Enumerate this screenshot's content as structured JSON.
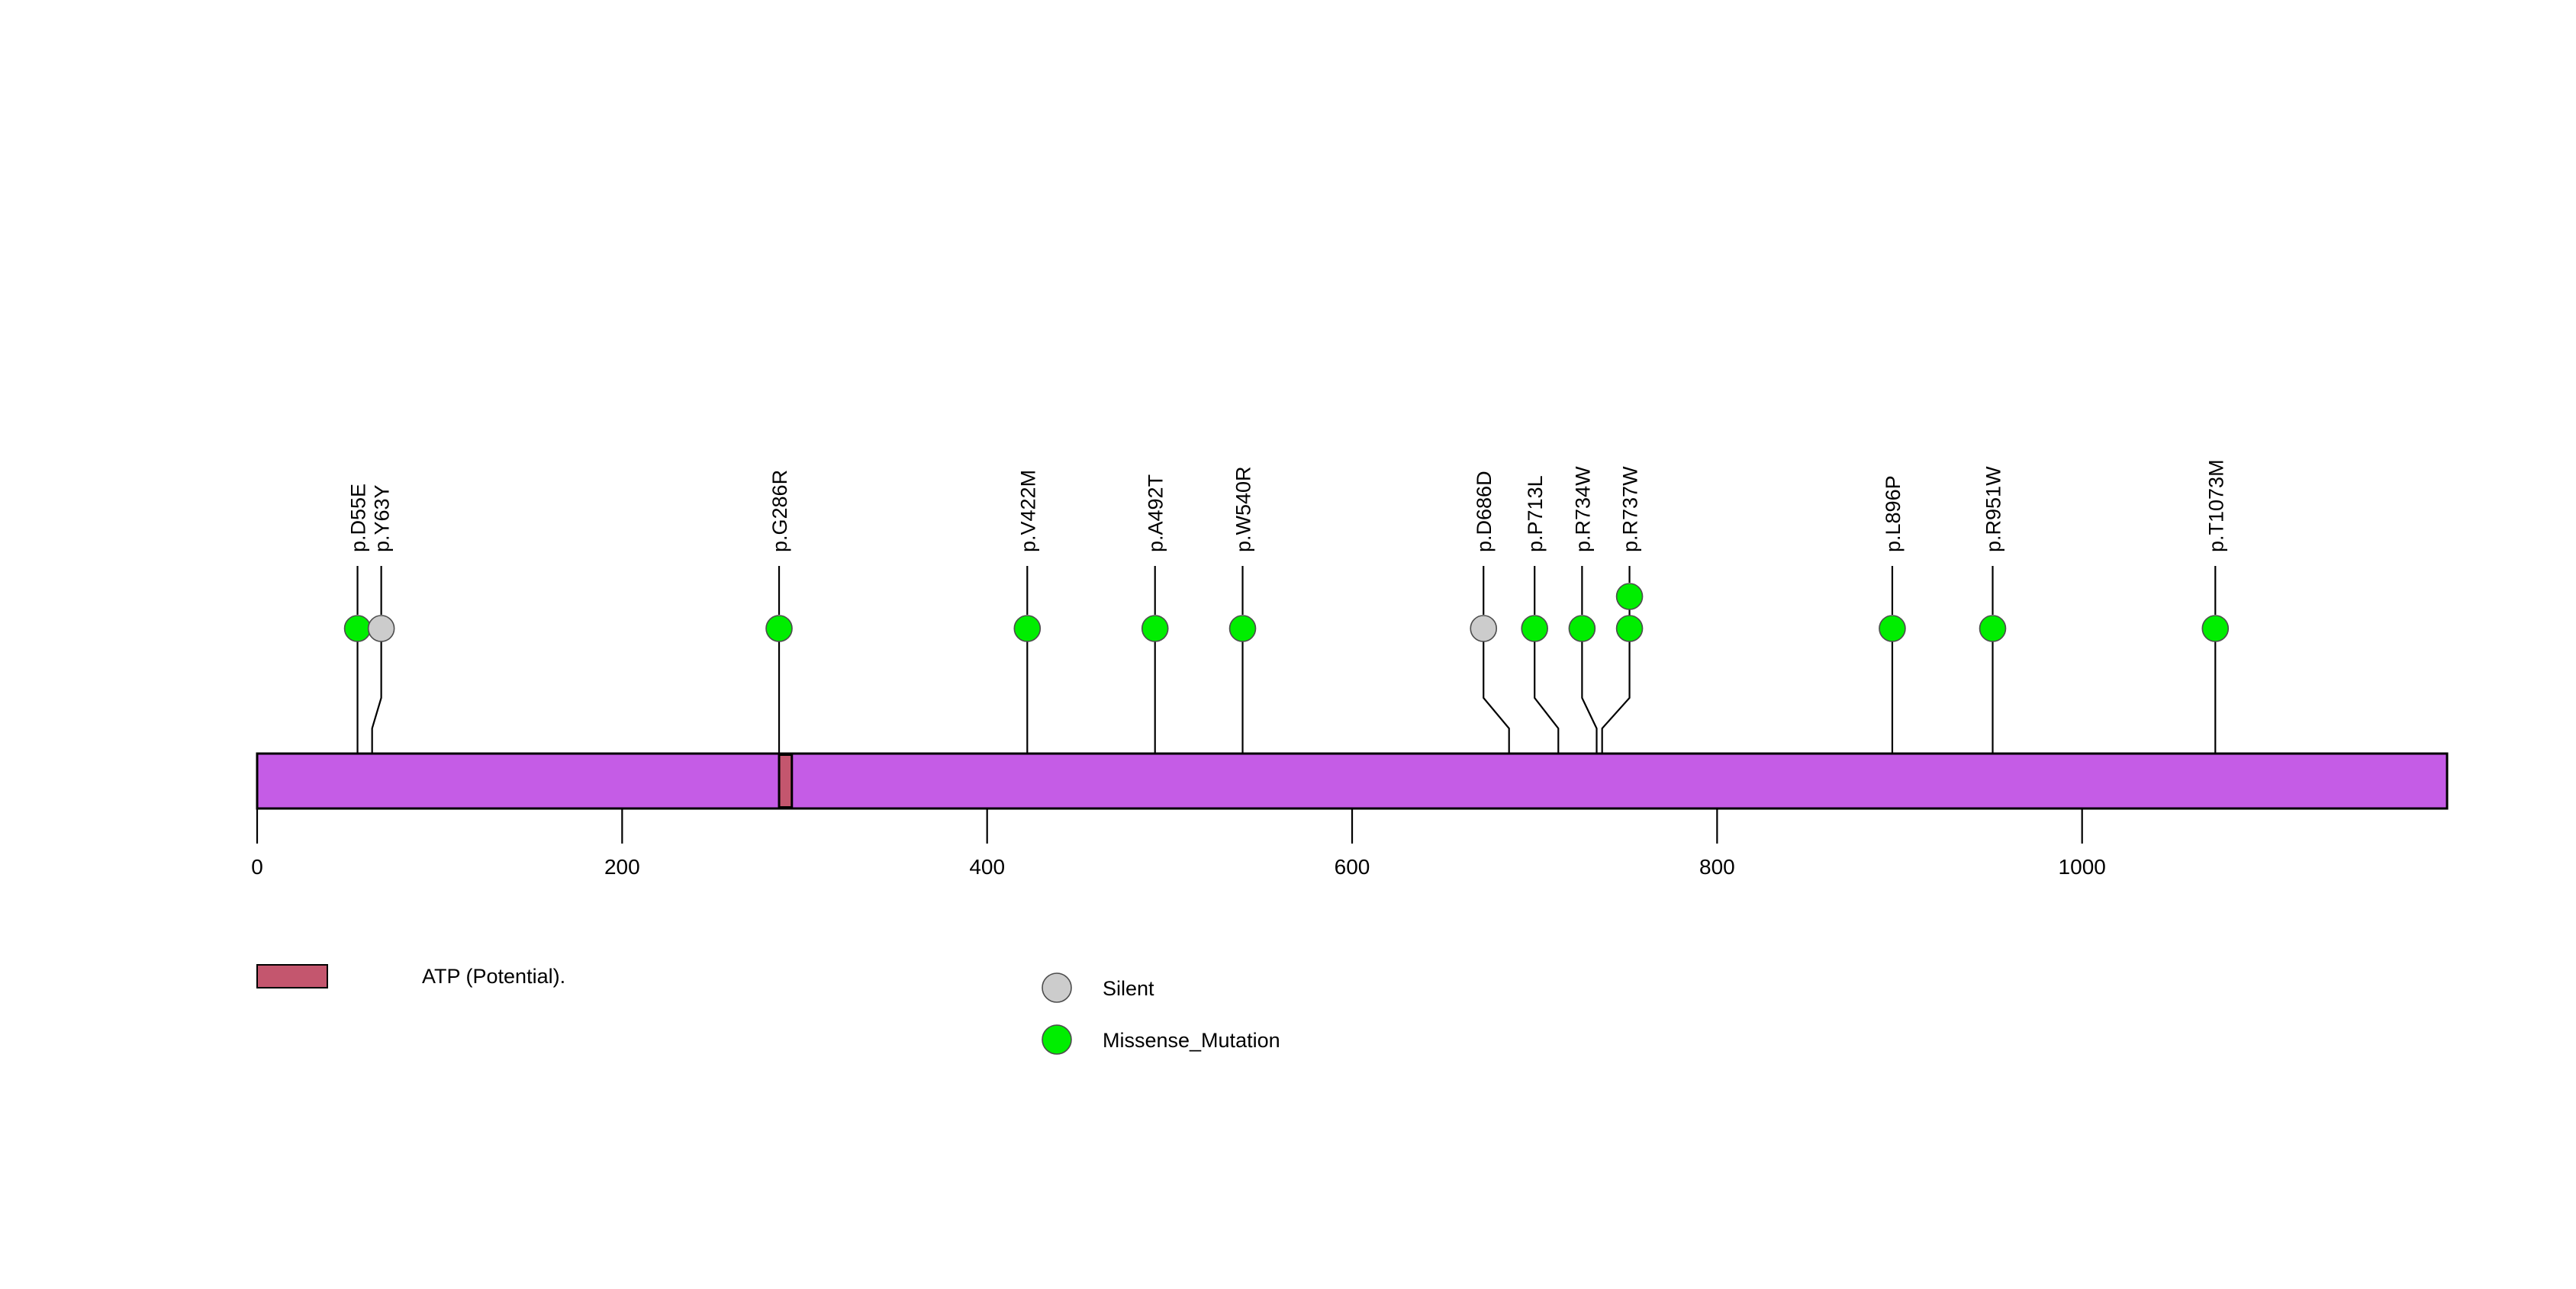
{
  "chart_data": {
    "type": "lollipop",
    "title": "",
    "xlabel": "",
    "ylabel": "",
    "xlim": [
      0,
      1200
    ],
    "grid": false,
    "protein": {
      "length": 1200,
      "track_color": "#C55CE6",
      "track_border": "#000000"
    },
    "domains": [
      {
        "name": "ATP (Potential).",
        "start": 286,
        "end": 293,
        "color": "#C4566E"
      }
    ],
    "axis": {
      "ticks": [
        0,
        200,
        400,
        600,
        800,
        1000
      ],
      "tick_labels": [
        "0",
        "200",
        "400",
        "600",
        "800",
        "1000"
      ]
    },
    "mutation_types": [
      {
        "name": "Silent",
        "color": "#CCCCCC"
      },
      {
        "name": "Missense_Mutation",
        "color": "#00EE00"
      }
    ],
    "mutations": [
      {
        "label": "p.D55E",
        "position": 55,
        "label_position": 55,
        "count": 1,
        "type": "Missense_Mutation",
        "color": "#00EE00"
      },
      {
        "label": "p.Y63Y",
        "position": 63,
        "label_position": 68,
        "count": 1,
        "type": "Silent",
        "color": "#CCCCCC"
      },
      {
        "label": "p.G286R",
        "position": 286,
        "label_position": 286,
        "count": 1,
        "type": "Missense_Mutation",
        "color": "#00EE00"
      },
      {
        "label": "p.V422M",
        "position": 422,
        "label_position": 422,
        "count": 1,
        "type": "Missense_Mutation",
        "color": "#00EE00"
      },
      {
        "label": "p.A492T",
        "position": 492,
        "label_position": 492,
        "count": 1,
        "type": "Missense_Mutation",
        "color": "#00EE00"
      },
      {
        "label": "p.W540R",
        "position": 540,
        "label_position": 540,
        "count": 1,
        "type": "Missense_Mutation",
        "color": "#00EE00"
      },
      {
        "label": "p.D686D",
        "position": 686,
        "label_position": 672,
        "count": 1,
        "type": "Silent",
        "color": "#CCCCCC"
      },
      {
        "label": "p.P713L",
        "position": 713,
        "label_position": 700,
        "count": 1,
        "type": "Missense_Mutation",
        "color": "#00EE00"
      },
      {
        "label": "p.R734W",
        "position": 734,
        "label_position": 726,
        "count": 1,
        "type": "Missense_Mutation",
        "color": "#00EE00"
      },
      {
        "label": "p.R737W",
        "position": 737,
        "label_position": 752,
        "count": 2,
        "type": "Missense_Mutation",
        "color": "#00EE00"
      },
      {
        "label": "p.L896P",
        "position": 896,
        "label_position": 896,
        "count": 1,
        "type": "Missense_Mutation",
        "color": "#00EE00"
      },
      {
        "label": "p.R951W",
        "position": 951,
        "label_position": 951,
        "count": 1,
        "type": "Missense_Mutation",
        "color": "#00EE00"
      },
      {
        "label": "p.T1073M",
        "position": 1073,
        "label_position": 1073,
        "count": 1,
        "type": "Missense_Mutation",
        "color": "#00EE00"
      }
    ],
    "legend": {
      "domain_entries": [
        {
          "label": "ATP (Potential).",
          "color": "#C4566E",
          "shape": "rect"
        }
      ],
      "mutation_entries": [
        {
          "label": "Silent",
          "color": "#CCCCCC",
          "shape": "circle"
        },
        {
          "label": "Missense_Mutation",
          "color": "#00EE00",
          "shape": "circle"
        }
      ],
      "position": "bottom"
    }
  }
}
